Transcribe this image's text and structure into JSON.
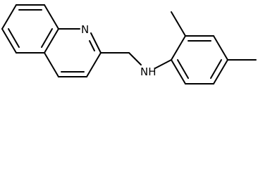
{
  "molecule": {
    "atoms": [
      {
        "id": "n_quinoline",
        "label": "N"
      },
      {
        "id": "n_amine",
        "label": "NH"
      }
    ],
    "bond_color": "#000000",
    "background": "#ffffff"
  }
}
